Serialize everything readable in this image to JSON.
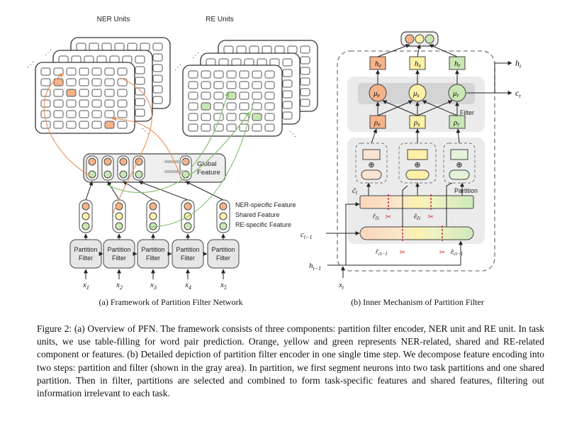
{
  "diagram": {
    "ner_title": "NER Units",
    "re_title": "RE Units",
    "global_feature": [
      "Global",
      "Feature"
    ],
    "feature_labels": [
      "NER-specific Feature",
      "Shared Feature",
      "RE-specific Feature"
    ],
    "filter_line1": "Partition",
    "filter_line2": "Filter",
    "inputs": [
      "x",
      "x",
      "x",
      "x",
      "x"
    ],
    "input_subs": [
      "1",
      "2",
      "3",
      "4",
      "5"
    ],
    "caption_a": "(a) Framework of Partition Filter Network",
    "caption_b": "(b) Inner Mechanism of Partition Filter",
    "right": {
      "h_e": "h",
      "h_e_sub": "e",
      "h_s": "h",
      "h_s_sub": "s",
      "h_r": "h",
      "h_r_sub": "r",
      "mu_e": "μ",
      "mu_e_sub": "e",
      "mu_s": "μ",
      "mu_s_sub": "s",
      "mu_r": "μ",
      "mu_r_sub": "r",
      "rho_e": "ρ",
      "rho_e_sub": "e",
      "rho_s": "ρ",
      "rho_s_sub": "s",
      "rho_r": "ρ",
      "rho_r_sub": "r",
      "filter": "Filter",
      "partition": "Partition",
      "ht": "h",
      "ht_sub": "t",
      "ct": "c",
      "ct_sub": "t",
      "ctilde": "c̃",
      "ctilde_sub": "t",
      "cprev": "c",
      "cprev_sub": "t−1",
      "hprev": "h",
      "hprev_sub": "t−1",
      "xt": "x",
      "xt_sub": "t",
      "r_ct": "r̃",
      "r_ct_sub": "c̃t",
      "e_ct": "ẽ",
      "e_ct_sub": "c̃t",
      "r_cprev": "r̃",
      "r_cprev_sub": "ct−1",
      "e_cprev": "ẽ",
      "e_cprev_sub": "ct−1",
      "oplus": "⊕",
      "scissors": "✂"
    }
  },
  "caption": "Figure 2: (a) Overview of PFN. The framework consists of three components: partition filter encoder, NER unit and RE unit. In task units, we use table-filling for word pair prediction. Orange, yellow and green represents NER-related, shared and RE-related component or features. (b) Detailed depiction of partition filter encoder in one single time step. We decompose feature encoding into two steps: partition and filter (shown in the gray area). In partition, we first segment neurons into two task partitions and one shared partition. Then in filter, partitions are selected and combined to form task-specific features and shared features, filtering out information irrelevant to each task.",
  "colors": {
    "orange": "#f6b38a",
    "orange_light": "#fbe3d2",
    "yellow": "#fdf0a8",
    "green": "#c9e6b4",
    "green_light": "#e4f2d9",
    "gray_panel": "#ebebeb",
    "gray_dark": "#d4d4d4",
    "curve_orange": "#e8935c",
    "curve_green": "#7fbf6a"
  }
}
